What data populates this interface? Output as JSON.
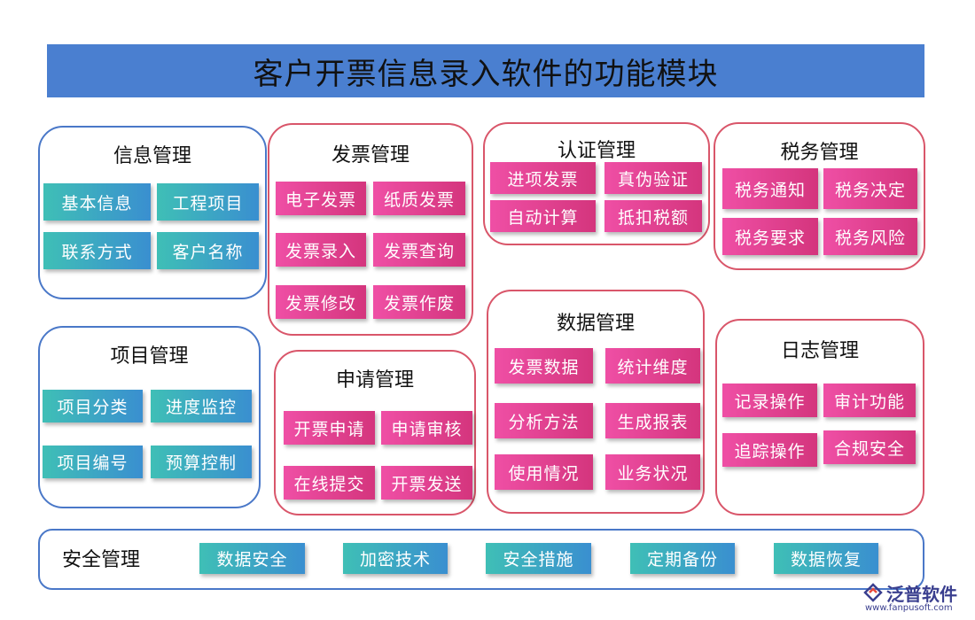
{
  "title": "客户开票信息录入软件的功能模块",
  "groups": {
    "info": {
      "title": "信息管理",
      "items": [
        "基本信息",
        "工程项目",
        "联系方式",
        "客户名称"
      ]
    },
    "project": {
      "title": "项目管理",
      "items": [
        "项目分类",
        "进度监控",
        "项目编号",
        "预算控制"
      ]
    },
    "invoice": {
      "title": "发票管理",
      "items": [
        "电子发票",
        "纸质发票",
        "发票录入",
        "发票查询",
        "发票修改",
        "发票作废"
      ]
    },
    "apply": {
      "title": "申请管理",
      "items": [
        "开票申请",
        "申请审核",
        "在线提交",
        "开票发送"
      ]
    },
    "auth": {
      "title": "认证管理",
      "items": [
        "进项发票",
        "真伪验证",
        "自动计算",
        "抵扣税额"
      ]
    },
    "data": {
      "title": "数据管理",
      "items": [
        "发票数据",
        "统计维度",
        "分析方法",
        "生成报表",
        "使用情况",
        "业务状况"
      ]
    },
    "tax": {
      "title": "税务管理",
      "items": [
        "税务通知",
        "税务决定",
        "税务要求",
        "税务风险"
      ]
    },
    "log": {
      "title": "日志管理",
      "items": [
        "记录操作",
        "审计功能",
        "追踪操作",
        "合规安全"
      ]
    },
    "security": {
      "title": "安全管理",
      "items": [
        "数据安全",
        "加密技术",
        "安全措施",
        "定期备份",
        "数据恢复"
      ]
    }
  },
  "logo": {
    "name": "泛普软件",
    "url": "www.fanpusoft.com"
  },
  "colors": {
    "title_bg": "#4a7fd0",
    "teal_from": "#3fbfb6",
    "teal_to": "#3a8fd0",
    "pink_from": "#ef4fa5",
    "pink_to": "#d4357d",
    "blue_border": "#4a78c8",
    "red_border": "#d9566a"
  }
}
